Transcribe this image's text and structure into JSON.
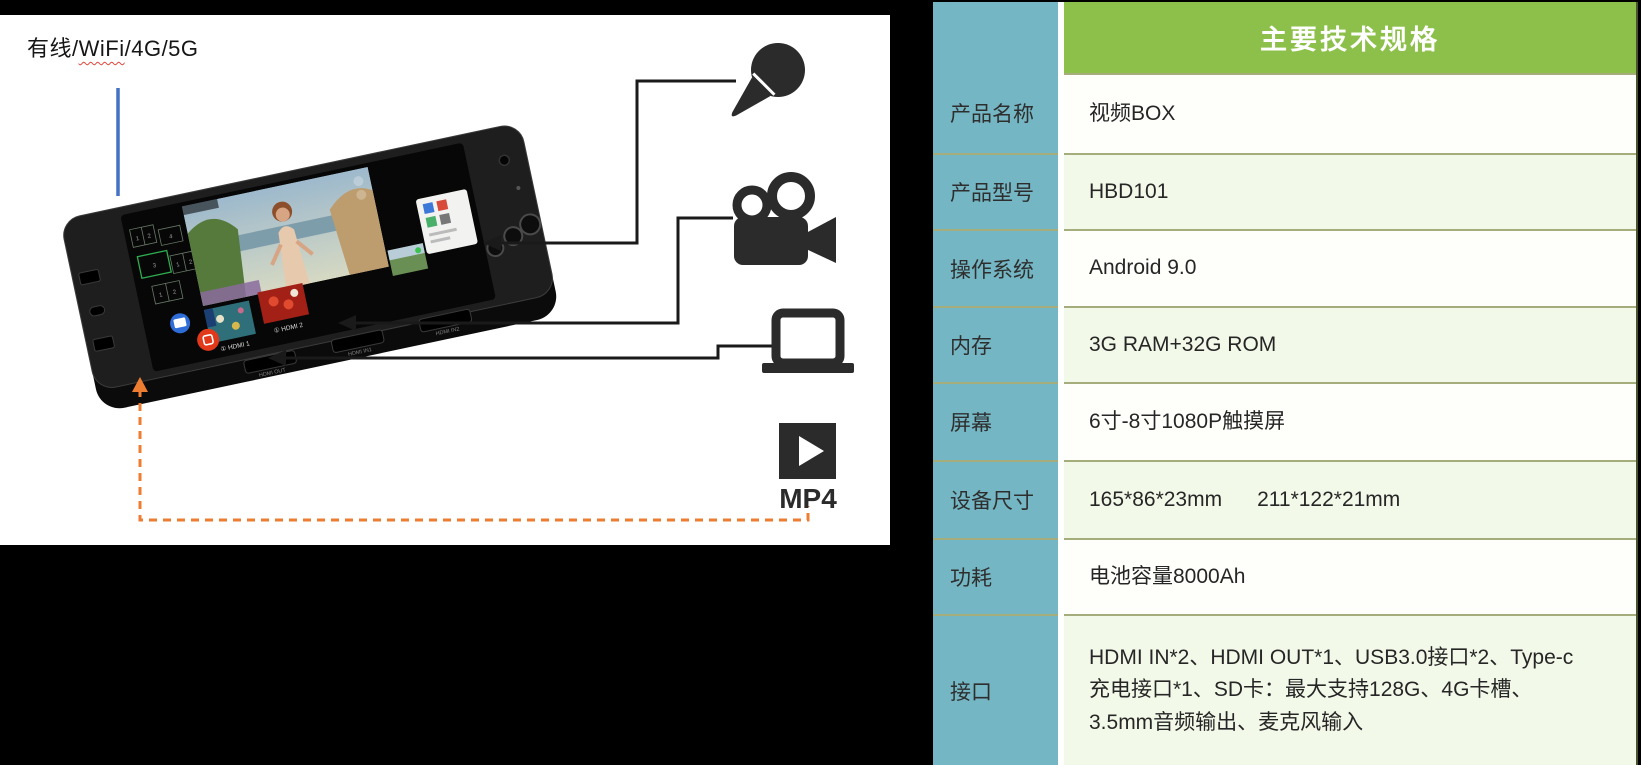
{
  "left_panel": {
    "connectivity_label": {
      "prefix": "有线/",
      "wavy": "WiFi",
      "suffix": "/4G/5G"
    },
    "mp4_label": "MP4",
    "connections": [
      {
        "target": "microphone"
      },
      {
        "target": "video-camera"
      },
      {
        "target": "laptop"
      },
      {
        "target": "mp4-recording"
      }
    ],
    "device": {
      "screen_labels": [
        "① HDMI 1",
        "① HDMI 2"
      ],
      "port_labels": [
        "HDMI OUT",
        "HDMI IN1",
        "HDMI IN2"
      ],
      "grid_numbers": [
        "1",
        "2",
        "4",
        "3",
        "1",
        "2",
        "1",
        "2"
      ]
    },
    "colors": {
      "blue_line": "#4472C4",
      "orange_dash": "#ED7D31",
      "icon_dark": "#2B2B2B"
    }
  },
  "spec_table": {
    "header": "主要技术规格",
    "rows": [
      {
        "label": "产品名称",
        "value": "视频BOX"
      },
      {
        "label": "产品型号",
        "value": "HBD101"
      },
      {
        "label": "操作系统",
        "value": "Android 9.0"
      },
      {
        "label": "内存",
        "value": "3G RAM+32G ROM"
      },
      {
        "label": "屏幕",
        "value": "6寸-8寸1080P触摸屏"
      },
      {
        "label": "设备尺寸",
        "value": "165*86*23mm      211*122*21mm"
      },
      {
        "label": "功耗",
        "value": "电池容量8000Ah"
      },
      {
        "label": "接口",
        "value": "HDMI IN*2、HDMI OUT*1、USB3.0接口*2、Type-c充电接口*1、SD卡：最大支持128G、4G卡槽、3.5mm音频输出、麦克风输入"
      }
    ],
    "colors": {
      "header_green": "#8CC04A",
      "label_teal": "#74B6C3",
      "row_alt_green": "#F3F9E9",
      "row_white": "#FEFFFB",
      "border_olive": "#A6AD7C"
    }
  }
}
